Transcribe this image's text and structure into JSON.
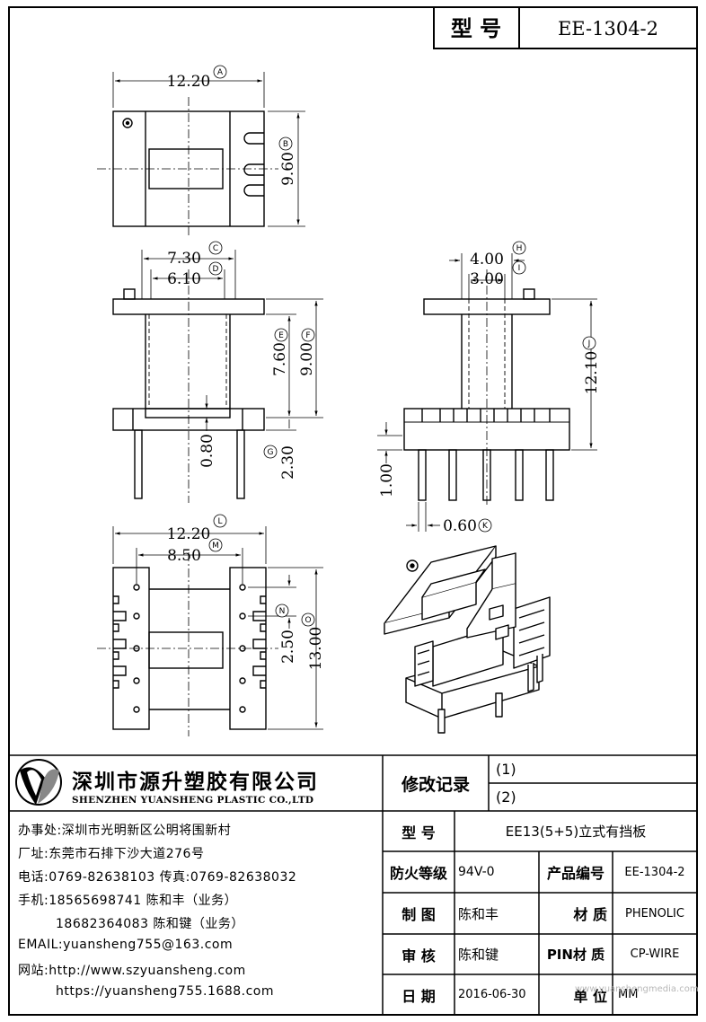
{
  "model_header": {
    "label": "型 号",
    "value": "EE-1304-2"
  },
  "dimensions": {
    "A": {
      "value": "12.20",
      "circle": "A"
    },
    "B": {
      "value": "9.60",
      "circle": "B"
    },
    "C": {
      "value": "7.30",
      "circle": "C"
    },
    "D": {
      "value": "6.10",
      "circle": "D"
    },
    "E": {
      "value": "7.60",
      "circle": "E"
    },
    "F": {
      "value": "9.00",
      "circle": "F"
    },
    "F2": {
      "value": "0.80"
    },
    "G": {
      "value": "2.30",
      "circle": "G"
    },
    "H": {
      "value": "4.00",
      "circle": "H"
    },
    "I": {
      "value": "3.00",
      "circle": "I"
    },
    "J": {
      "value": "12.10",
      "circle": "J"
    },
    "J2": {
      "value": "1.00"
    },
    "K": {
      "value": "0.60",
      "circle": "K"
    },
    "L": {
      "value": "12.20",
      "circle": "L"
    },
    "M": {
      "value": "8.50",
      "circle": "M"
    },
    "N": {
      "value": "2.50",
      "circle": "N"
    },
    "O": {
      "value": "13.00",
      "circle": "O"
    }
  },
  "company": {
    "name_cn": "深圳市源升塑胶有限公司",
    "name_en": "SHENZHEN YUANSHENG PLASTIC CO.,LTD",
    "office": "办事处:深圳市光明新区公明将围新村",
    "factory": "厂址:东莞市石排下沙大道276号",
    "phone": "电话:0769-82638103 传真:0769-82638032",
    "mobile1": "手机:18565698741 陈和丰（业务）",
    "mobile2": "18682364083 陈和键（业务）",
    "email": "EMAIL:yuansheng755@163.com",
    "web1": "网站:http://www.szyuansheng.com",
    "web2": "https://yuansheng755.1688.com"
  },
  "revision": {
    "label": "修改记录",
    "rows": [
      "(1)",
      "(2)"
    ]
  },
  "spec": {
    "model_label": "型 号",
    "model_value": "EE13(5+5)立式有挡板",
    "fire_label": "防火等级",
    "fire_value": "94V-0",
    "code_label": "产品编号",
    "code_value": "EE-1304-2",
    "drawn_label": "制 图",
    "drawn_value": "陈和丰",
    "material_label": "材 质",
    "material_value": "PHENOLIC",
    "check_label": "审 核",
    "check_value": "陈和键",
    "pin_label": "PIN材 质",
    "pin_value": "CP-WIRE",
    "date_label": "日 期",
    "date_value": "2016-06-30",
    "unit_label": "单 位",
    "unit_value": "MM"
  },
  "watermark": "www.yuanshengmedia.com"
}
